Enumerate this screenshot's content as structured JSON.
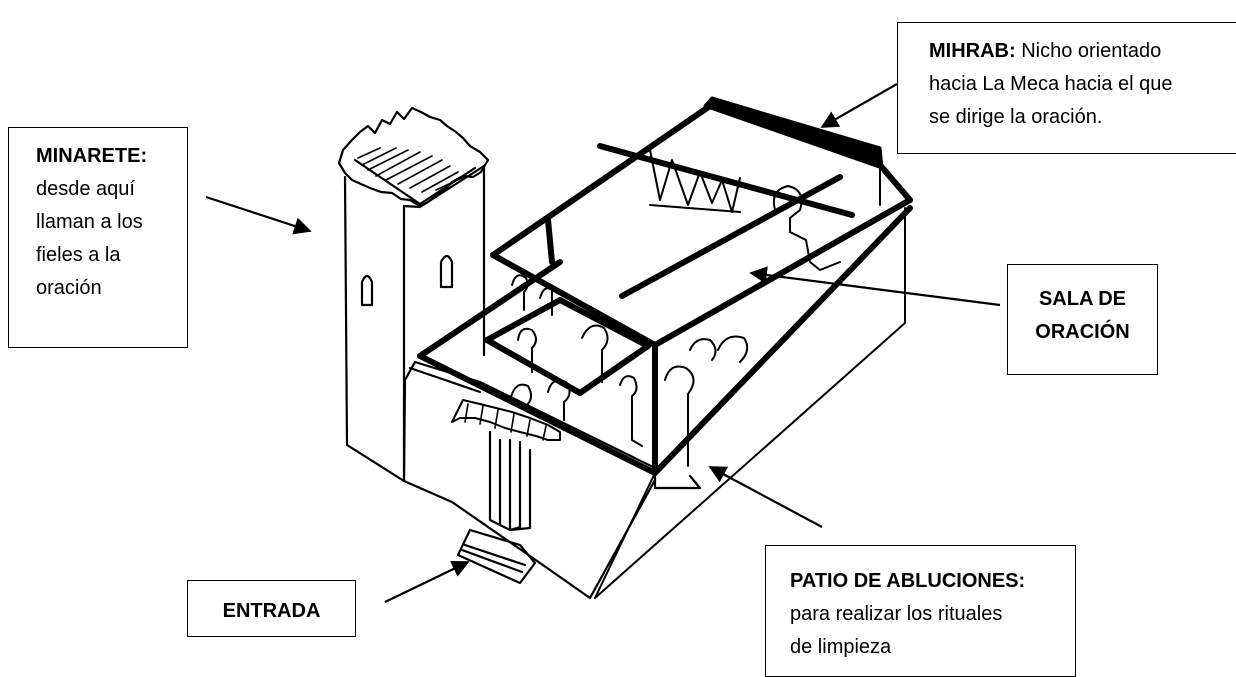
{
  "labels": {
    "minarete": {
      "title": "MINARETE:",
      "text": [
        "desde aquí",
        "llaman a los",
        "fieles a la",
        "oración"
      ]
    },
    "mihrab": {
      "title": "MIHRAB:",
      "text_first": " Nicho orientado",
      "text": [
        "hacia La Meca hacia el que",
        "se dirige la oración."
      ]
    },
    "sala": {
      "lines": [
        "SALA DE",
        "ORACIÓN"
      ]
    },
    "patio": {
      "title": "PATIO DE ABLUCIONES:",
      "text": [
        "para realizar los rituales",
        "de limpieza"
      ]
    },
    "entrada": {
      "text": "ENTRADA"
    }
  },
  "colors": {
    "ink": "#000000",
    "paper": "#ffffff"
  }
}
